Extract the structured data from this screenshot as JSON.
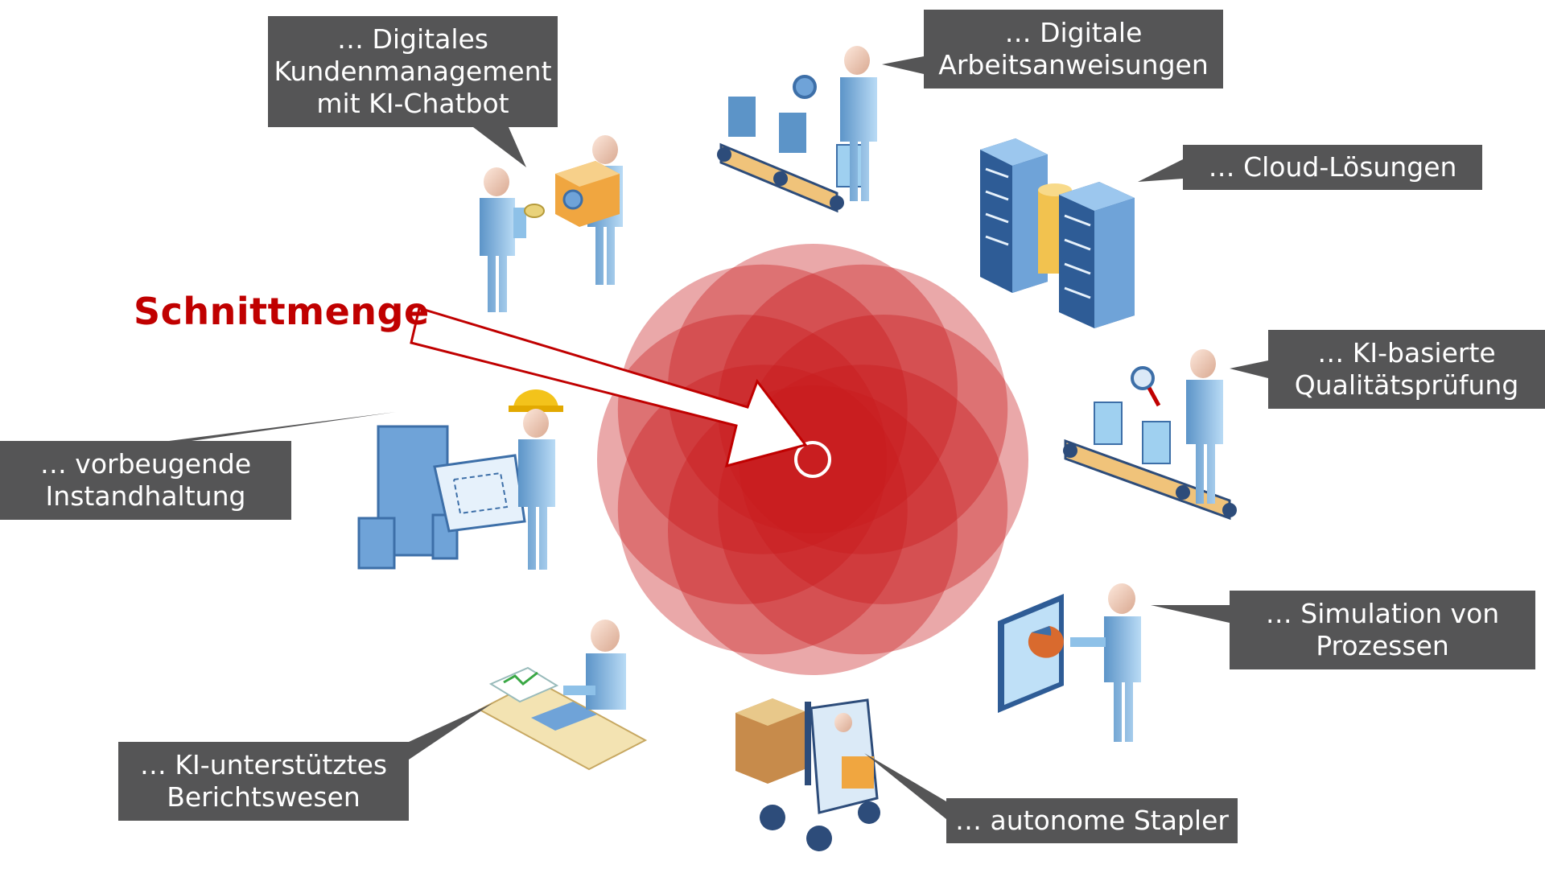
{
  "headline": "Schnittmenge",
  "colors": {
    "callout_bg": "#555556",
    "accent_red": "#c00000",
    "worker_blue": "#8ec1e8",
    "worker_blue_dark": "#5c94c8",
    "machine_blue": "#6fa3d8",
    "box_tan": "#e8c88a",
    "circle_fill": "#c8191e"
  },
  "center_shapes": {
    "petal_count": 8,
    "center_ring": "white"
  },
  "callouts": {
    "kundenmanagement": [
      "… Digitales",
      "Kundenmanagement",
      "mit KI-Chatbot"
    ],
    "arbeitsanweisungen": [
      "… Digitale",
      "Arbeitsanweisungen"
    ],
    "cloud": [
      "… Cloud-Lösungen"
    ],
    "qualitaet": [
      "… KI-basierte",
      "Qualitätsprüfung"
    ],
    "simulation": [
      "… Simulation von",
      "Prozessen"
    ],
    "stapler": [
      "… autonome Stapler"
    ],
    "bericht": [
      "… KI-unterstütztes",
      "Berichtswesen"
    ],
    "instandhaltung": [
      "… vorbeugende",
      "Instandhaltung"
    ]
  },
  "icons": [
    "handshake-delivery-icon",
    "conveyor-assembly-icon",
    "server-database-icon",
    "quality-inspection-icon",
    "presentation-chart-icon",
    "forklift-icon",
    "desk-report-icon",
    "engineer-blueprint-icon"
  ]
}
